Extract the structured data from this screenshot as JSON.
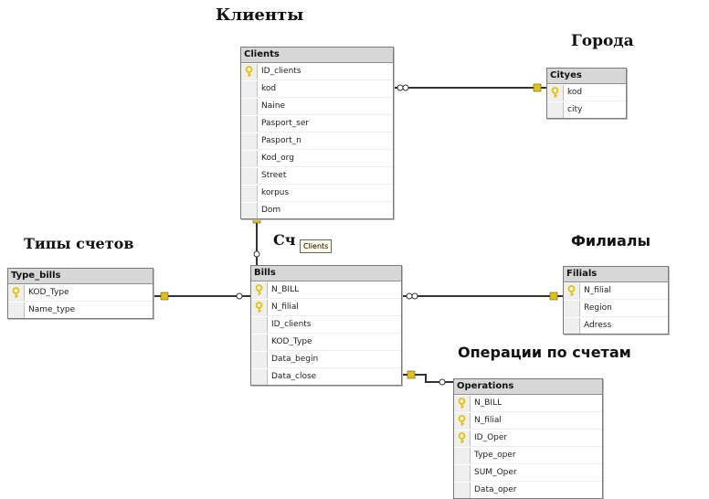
{
  "captions": {
    "clients": "Клиенты",
    "cities": "Города",
    "bill_types": "Типы счетов",
    "bills": "Сч",
    "branches": "Филиалы",
    "operations": "Операции по счетам"
  },
  "tooltip": "Clients",
  "tables": {
    "clients": {
      "title": "Clients",
      "columns": [
        {
          "name": "ID_clients",
          "key": true
        },
        {
          "name": "kod",
          "key": false
        },
        {
          "name": "Naine",
          "key": false
        },
        {
          "name": "Pasport_ser",
          "key": false
        },
        {
          "name": "Pasport_n",
          "key": false
        },
        {
          "name": "Kod_org",
          "key": false
        },
        {
          "name": "Street",
          "key": false
        },
        {
          "name": "korpus",
          "key": false
        },
        {
          "name": "Dom",
          "key": false
        }
      ]
    },
    "cities": {
      "title": "Cityes",
      "columns": [
        {
          "name": "kod",
          "key": true
        },
        {
          "name": "city",
          "key": false
        }
      ]
    },
    "bill_types": {
      "title": "Type_bills",
      "columns": [
        {
          "name": "KOD_Type",
          "key": true
        },
        {
          "name": "Name_type",
          "key": false
        }
      ]
    },
    "bills": {
      "title": "Bills",
      "columns": [
        {
          "name": "N_BILL",
          "key": true
        },
        {
          "name": "N_filial",
          "key": true
        },
        {
          "name": "ID_clients",
          "key": false
        },
        {
          "name": "KOD_Type",
          "key": false
        },
        {
          "name": "Data_begin",
          "key": false
        },
        {
          "name": "Data_close",
          "key": false
        }
      ]
    },
    "branches": {
      "title": "Filials",
      "columns": [
        {
          "name": "N_filial",
          "key": true
        },
        {
          "name": "Region",
          "key": false
        },
        {
          "name": "Adress",
          "key": false
        }
      ]
    },
    "operations": {
      "title": "Operations",
      "columns": [
        {
          "name": "N_BILL",
          "key": true
        },
        {
          "name": "N_filial",
          "key": true
        },
        {
          "name": "ID_Oper",
          "key": true
        },
        {
          "name": "Type_oper",
          "key": false
        },
        {
          "name": "SUM_Oper",
          "key": false
        },
        {
          "name": "Data_oper",
          "key": false
        }
      ]
    }
  },
  "colors": {
    "header_bg": "#d7d7d7",
    "key_icon": "#e6c200",
    "relation_line": "#333333"
  }
}
